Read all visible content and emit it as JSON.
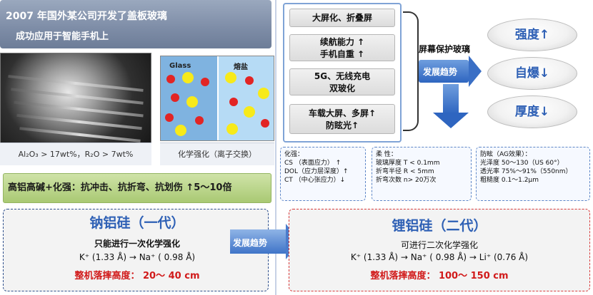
{
  "left": {
    "title_line1": "2007 年国外某公司开发了盖板玻璃",
    "title_line2": "成功应用于智能手机上",
    "glass_caption": "Al₂O₃ > 17wt%，R₂O > 7wt%",
    "ion_label_glass": "Glass",
    "ion_label_salt": "熔盐",
    "ion_caption": "化学强化（离子交换）",
    "green_bar": "高铝高碱+化强：抗冲击、抗折弯、抗划伤  ↑5～10倍",
    "gen1_title": "钠铝硅（一代）",
    "gen1_sub": "只能进行一次化学强化",
    "gen1_ions": "K⁺ (1.33 Å) → Na⁺ ( 0.98 Å)",
    "gen1_drop": "整机落摔高度： 20～ 40 cm"
  },
  "features": [
    "大屏化、折叠屏",
    "续航能力 ↑\n手机自重 ↑",
    "5G、无线充电\n双玻化",
    "车载大屏、多屏↑\n防眩光↑"
  ],
  "protect_label": "屏幕保护玻璃",
  "trend_label": "发展趋势",
  "ovals": [
    "强度↑",
    "自爆↓",
    "厚度↓"
  ],
  "notes": {
    "n1": [
      "化强：",
      "CS  （表面应力） ↑",
      "DOL（应力层深度）↑",
      "CT  （中心张应力）↓"
    ],
    "n2": [
      "柔    性：",
      "玻璃厚度  T < 0.1mm",
      "折弯半径    R < 5mm",
      "折弯次数  n> 20万次"
    ],
    "n3": [
      "防眩（AG效果）：",
      "光泽度   50～130（US 60°）",
      "透光率  75%～91%（550nm）",
      "粗糙度   0.1～1.2μm"
    ]
  },
  "gen2": {
    "arrow_label": "发展趋势",
    "title": "锂铝硅（二代）",
    "sub": "可进行二次化学强化",
    "ions": "K⁺ (1.33 Å) → Na⁺ ( 0.98 Å) → Li⁺ (0.76 Å)",
    "drop": "整机落摔高度： 100～ 150 cm"
  }
}
